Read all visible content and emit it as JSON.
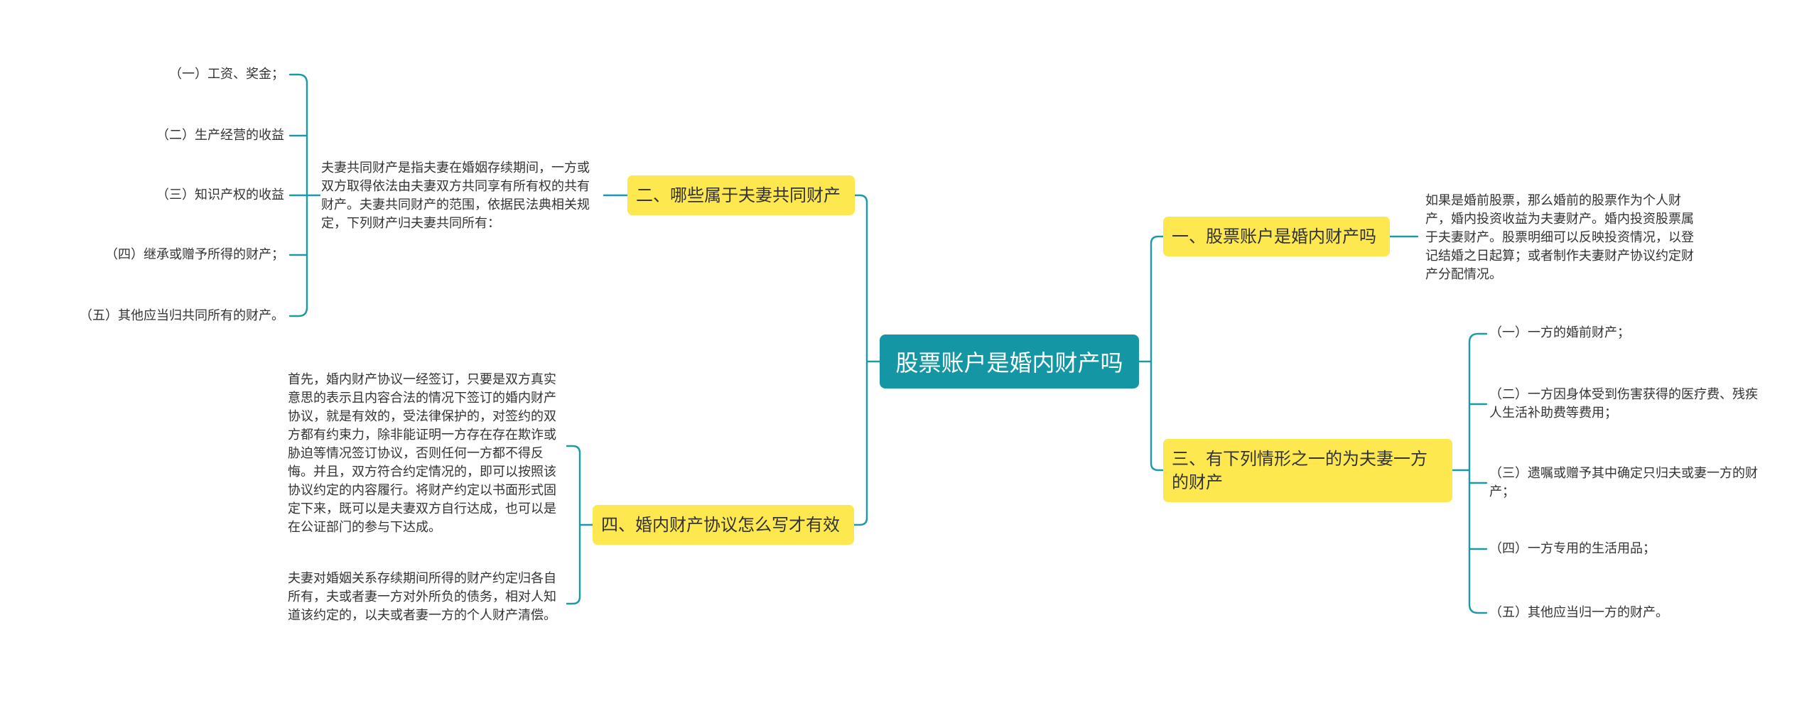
{
  "root": {
    "label": "股票账户是婚内财产吗"
  },
  "colors": {
    "root_fill": "#1596a4",
    "topic_fill": "#fde84f",
    "line": "#1b9aa6"
  },
  "topics": [
    {
      "label": "一、股票账户是婚内财产吗"
    },
    {
      "label": "二、哪些属于夫妻共同财产"
    },
    {
      "label": "三、有下列情形之一的为夫妻一方的财产"
    },
    {
      "label": "四、婚内财产协议怎么写才有效"
    }
  ],
  "t1_detail": "如果是婚前股票，那么婚前的股票作为个人财产，婚内投资收益为夫妻财产。婚内投资股票属于夫妻财产。股票明细可以反映投资情况，以登记结婚之日起算；或者制作夫妻财产协议约定财产分配情况。",
  "t2_detail": "夫妻共同财产是指夫妻在婚姻存续期间，一方或双方取得依法由夫妻双方共同享有所有权的共有财产。夫妻共同财产的范围，依据民法典相关规定，下列财产归夫妻共同所有：",
  "t2_items": [
    "（一）工资、奖金；",
    "（二）生产经营的收益",
    "（三）知识产权的收益",
    "（四）继承或赠予所得的财产；",
    "（五）其他应当归共同所有的财产。"
  ],
  "t3_items": [
    "（一）一方的婚前财产；",
    "（二）一方因身体受到伤害获得的医疗费、残疾人生活补助费等费用；",
    "（三）遗嘱或赠予其中确定只归夫或妻一方的财产；",
    "（四）一方专用的生活用品；",
    "（五）其他应当归一方的财产。"
  ],
  "t4_details": [
    "首先，婚内财产协议一经签订，只要是双方真实意思的表示且内容合法的情况下签订的婚内财产协议，就是有效的，受法律保护的，对签约的双方都有约束力，除非能证明一方存在存在欺诈或胁迫等情况签订协议，否则任何一方都不得反悔。并且，双方符合约定情况的，即可以按照该协议约定的内容履行。将财产约定以书面形式固定下来，既可以是夫妻双方自行达成，也可以是在公证部门的参与下达成。",
    "夫妻对婚姻关系存续期间所得的财产约定归各自所有，夫或者妻一方对外所负的债务，相对人知道该约定的，以夫或者妻一方的个人财产清偿。"
  ]
}
